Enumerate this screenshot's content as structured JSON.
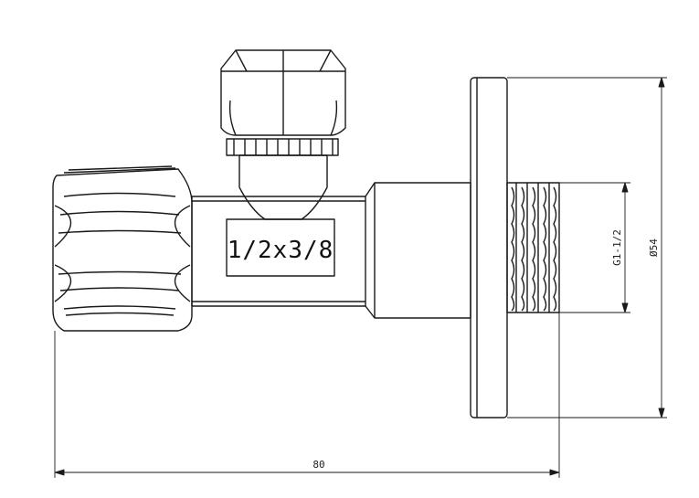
{
  "drawing": {
    "body_marking": "1/2x3/8",
    "dim_overall_length": "80",
    "dim_thread": "G1-1/2",
    "dim_flange_diameter": "Ø54"
  },
  "colors": {
    "stroke": "#1a1a1a",
    "background": "#ffffff"
  }
}
